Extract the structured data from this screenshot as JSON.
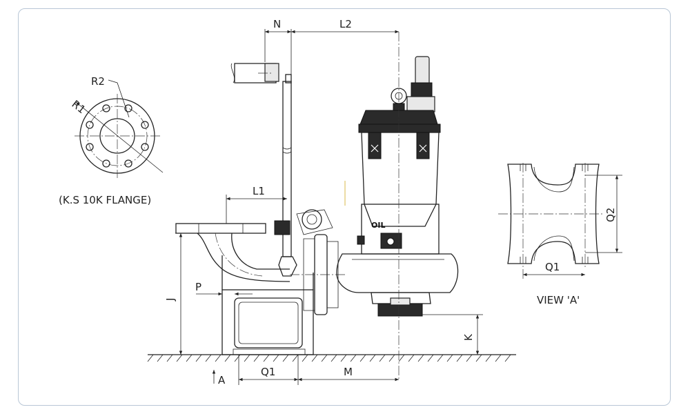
{
  "labels": {
    "n": "N",
    "l2": "L2",
    "l1": "L1",
    "r1": "R1",
    "r2": "R2",
    "flange": "(K.S 10K FLANGE)",
    "j": "J",
    "p": "P",
    "k": "K",
    "q1_bottom": "Q1",
    "m": "M",
    "a_arrow": "A",
    "q1_view": "Q1",
    "q2": "Q2",
    "view_a": "VIEW 'A'",
    "oil": "OIL"
  }
}
